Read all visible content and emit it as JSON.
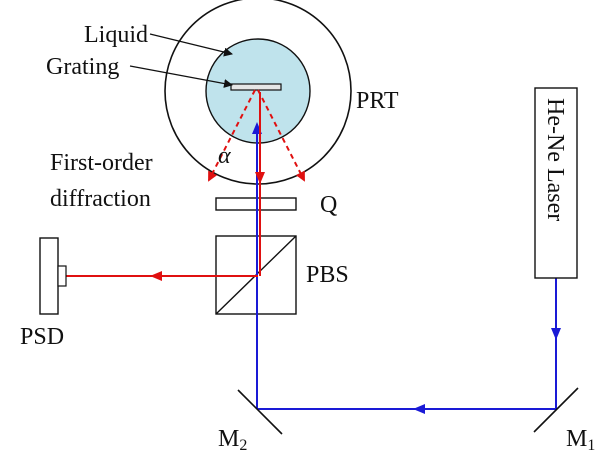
{
  "labels": {
    "liquid": "Liquid",
    "grating": "Grating",
    "prt": "PRT",
    "first_order_line1": "First-order",
    "first_order_line2": "diffraction",
    "alpha": "α",
    "q": "Q",
    "pbs": "PBS",
    "psd": "PSD",
    "laser": "He-Ne Laser",
    "m2_main": "M",
    "m2_sub": "2",
    "m1_main": "M",
    "m1_sub": "1"
  },
  "colors": {
    "blue_beam": "#1a1ad6",
    "red_beam": "#e01010",
    "liquid_fill": "#bfe3ec",
    "outline": "#111111"
  }
}
